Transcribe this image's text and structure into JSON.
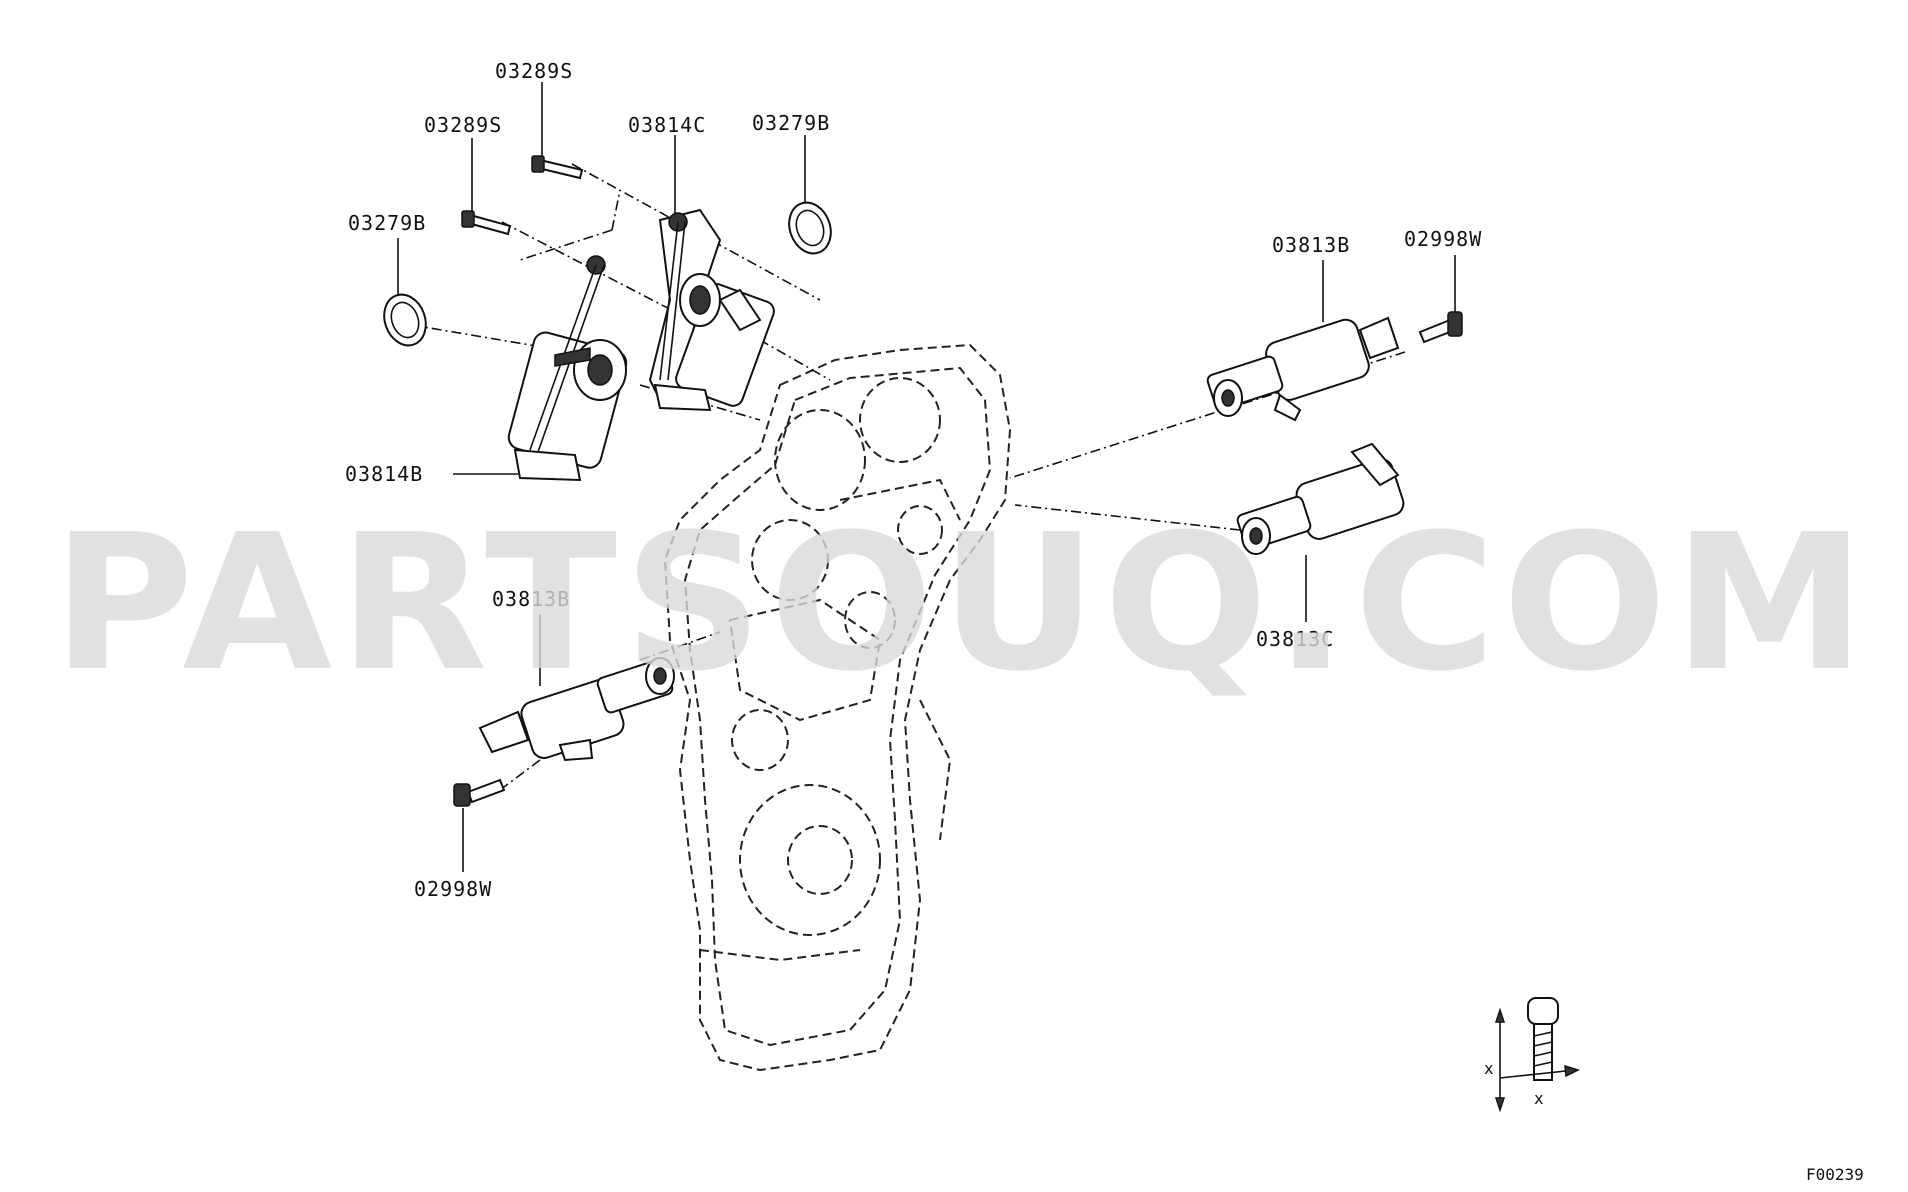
{
  "diagram": {
    "watermark": "PARTSOUQ.COM",
    "watermark_color": "#d9d9d9",
    "figure_code": "F00239",
    "detail_symbol": "x",
    "callouts": [
      {
        "id": "03289S_top",
        "label": "03289S"
      },
      {
        "id": "03289S_left",
        "label": "03289S"
      },
      {
        "id": "03814C",
        "label": "03814C"
      },
      {
        "id": "03279B_right",
        "label": "03279B"
      },
      {
        "id": "03279B_left",
        "label": "03279B"
      },
      {
        "id": "03814B",
        "label": "03814B"
      },
      {
        "id": "03813B_right",
        "label": "03813B"
      },
      {
        "id": "02998W_right",
        "label": "02998W"
      },
      {
        "id": "03813C",
        "label": "03813C"
      },
      {
        "id": "03813B_left",
        "label": "03813B"
      },
      {
        "id": "02998W_left",
        "label": "02998W"
      }
    ]
  }
}
